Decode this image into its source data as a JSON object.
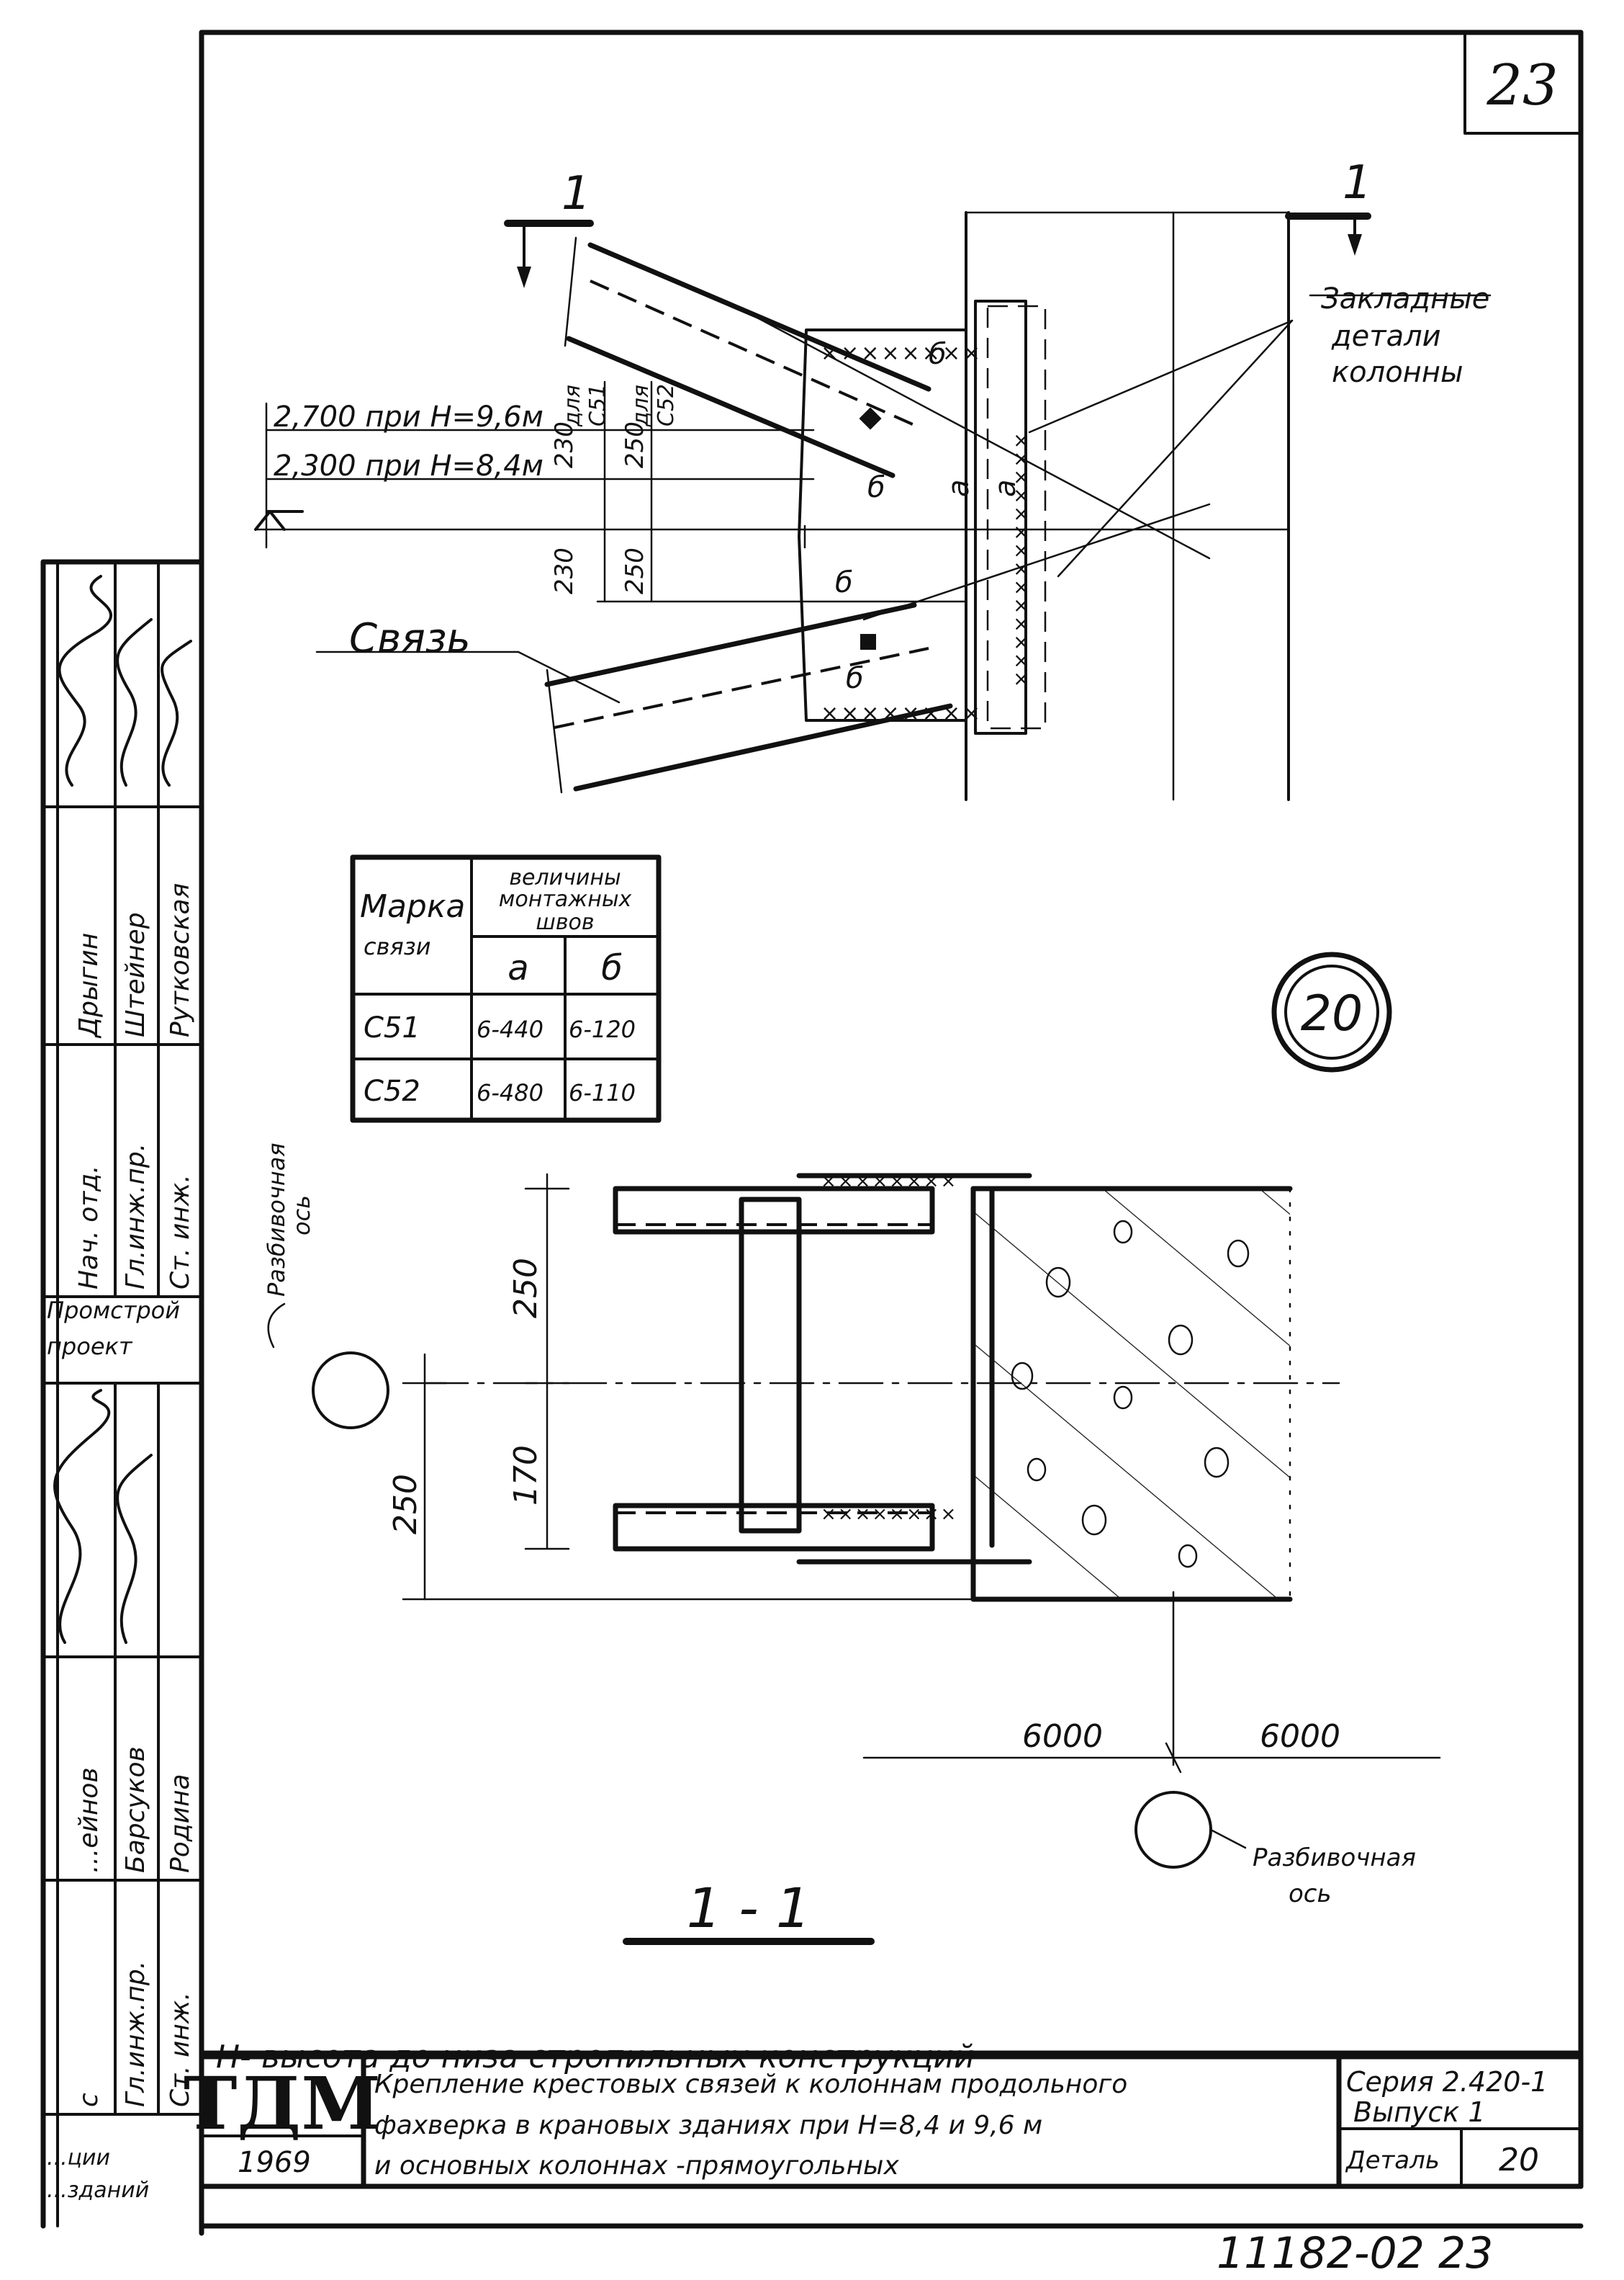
{
  "sheet_number": "23",
  "detail_marker": "20",
  "section_mark": "1",
  "plan": {
    "label_embedded_parts": [
      "Закладные",
      "детали",
      "колонны"
    ],
    "label_brace": "Связь",
    "level_2700": "2,700 при Н=9,6м",
    "level_2300": "2,300 при Н=8,4м",
    "for_c51": [
      "для",
      "С51"
    ],
    "for_c52": [
      "для",
      "С52"
    ],
    "dims": [
      "230",
      "250",
      "230",
      "250"
    ],
    "weld_a": "а",
    "weld_b": "б"
  },
  "weld_table": {
    "header_mark": "Марка",
    "header_mark2": "связи",
    "header_values": [
      "величины",
      "монтажных",
      "швов"
    ],
    "col_a": "а",
    "col_b": "б",
    "rows": [
      {
        "mark": "С51",
        "a": "6-440",
        "b": "6-120"
      },
      {
        "mark": "С52",
        "a": "6-480",
        "b": "6-110"
      }
    ]
  },
  "section": {
    "axis_label": [
      "Разбивочная",
      "ось"
    ],
    "axis_label_bottom": [
      "Разбивочная",
      "ось"
    ],
    "dim_250_top": "250",
    "dim_170": "170",
    "dim_250_left": "250",
    "span_left": "6000",
    "span_right": "6000",
    "title": "1 - 1"
  },
  "note": "Н- высота до низа стропильных конструкций",
  "side_stamp": {
    "org1": "Промстрой",
    "org2": "проект",
    "rows_top": [
      {
        "role": "Нач. отд.",
        "name": "Дрыгин"
      },
      {
        "role": "Гл.инж.пр.",
        "name": "Штейнер"
      },
      {
        "role": "Ст. инж.",
        "name": "Рутковская"
      }
    ],
    "rows_bottom": [
      {
        "role": "",
        "name": "...ейнов"
      },
      {
        "role": "Гл.инж.пр.",
        "name": "Барсуков"
      },
      {
        "role": "Ст. инж.",
        "name": "Родина"
      }
    ],
    "fragment_c": "с",
    "fragment_bottom": [
      "...ции",
      "...зданий"
    ]
  },
  "title_block": {
    "logo": "ТДМ",
    "year": "1969",
    "title_lines": [
      "Крепление крестовых связей к колоннам продольного",
      "фахверка в крановых зданиях при Н=8,4 и 9,6 м",
      "и основных колоннах -прямоугольных"
    ],
    "series": "Серия 2.420-1",
    "issue": "Выпуск 1",
    "detail_label": "Деталь",
    "detail_number": "20"
  },
  "footer_code": "11182-02  23"
}
